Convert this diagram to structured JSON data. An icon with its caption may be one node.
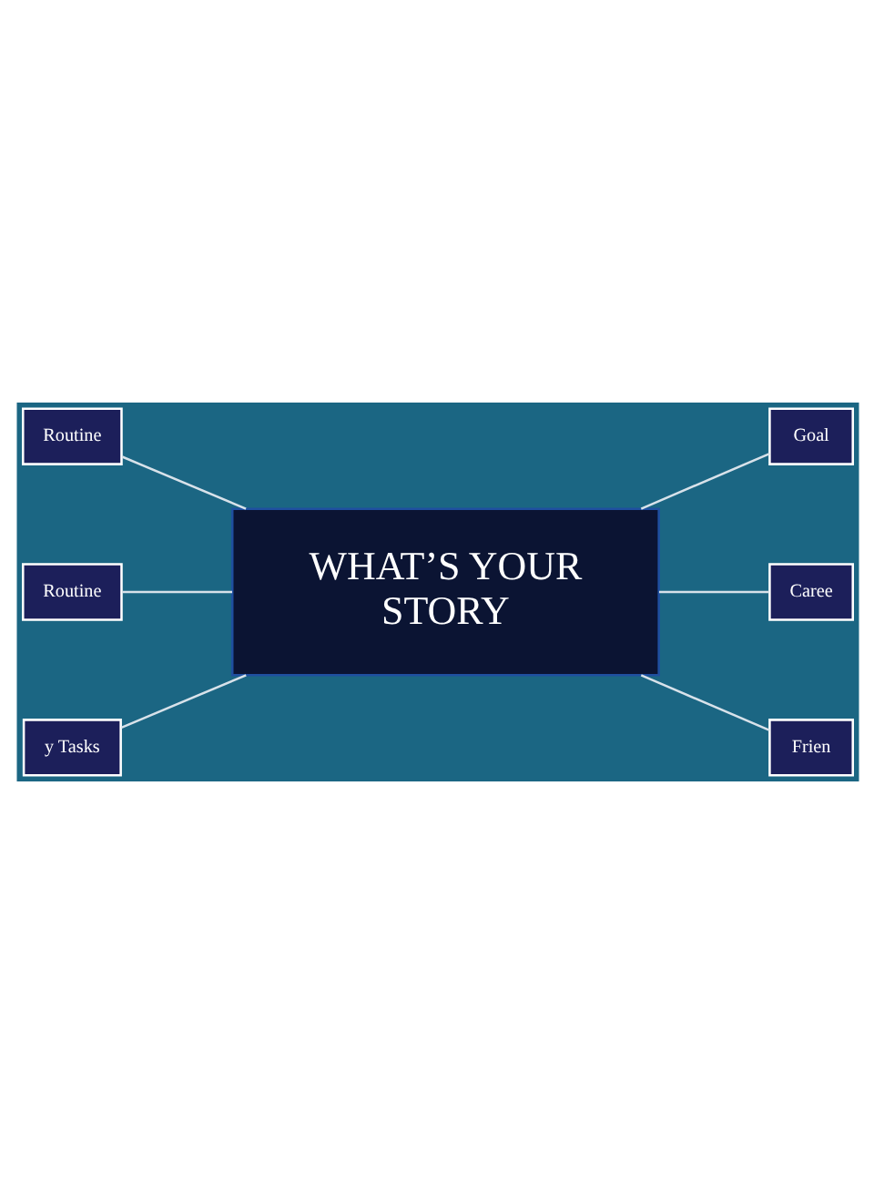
{
  "diagram": {
    "nodes": [
      {
        "text": [
          "WHAT’S YOUR",
          "STORY"
        ]
      },
      {
        "text": [
          "Routine"
        ]
      },
      {
        "text": [
          "Routine"
        ]
      },
      {
        "text": [
          "y Tasks"
        ]
      },
      {
        "text": [
          "Goal"
        ]
      },
      {
        "text": [
          "Caree"
        ]
      },
      {
        "text": [
          "Frien"
        ]
      }
    ],
    "edges": [
      {
        "from": 0,
        "to": 1,
        "arrow": "none"
      },
      {
        "from": 0,
        "to": 2,
        "arrow": "none"
      },
      {
        "from": 0,
        "to": 3,
        "arrow": "none"
      },
      {
        "from": 0,
        "to": 4,
        "arrow": "none"
      },
      {
        "from": 0,
        "to": 5,
        "arrow": "none"
      },
      {
        "from": 0,
        "to": 6,
        "arrow": "none"
      }
    ]
  }
}
